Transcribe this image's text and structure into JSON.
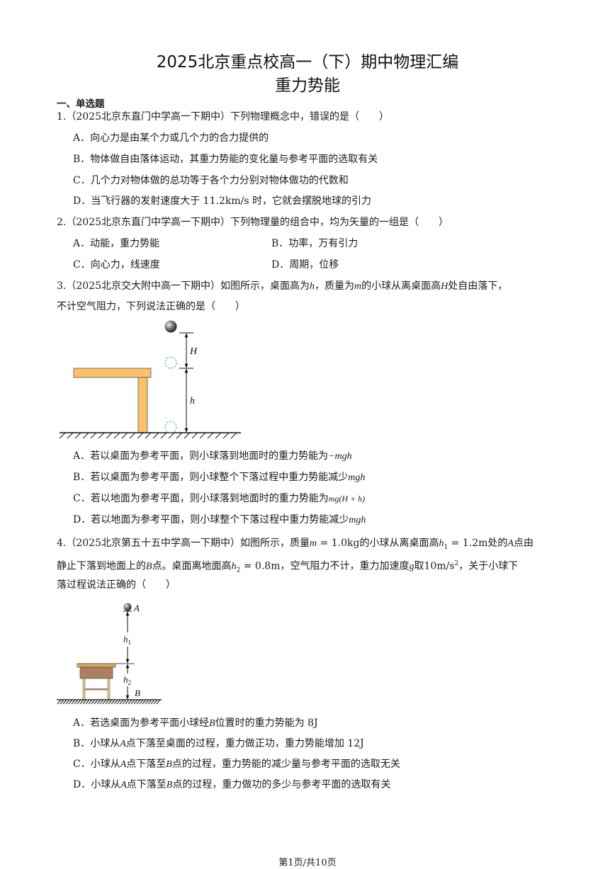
{
  "header": {
    "title": "2025北京重点校高一（下）期中物理汇编",
    "subtitle": "重力势能"
  },
  "section": {
    "label": "一、单选题"
  },
  "questions": [
    {
      "number": "1.",
      "source": "（2025北京东直门中学高一下期中）",
      "stem": "下列物理概念中，错误的是（　　）",
      "options": {
        "A": "A．向心力是由某个力或几个力的合力提供的",
        "B": "B．物体做自由落体运动，其重力势能的变化量与参考平面的选取有关",
        "C": "C．几个力对物体做的总功等于各个力分别对物体做功的代数和",
        "D": "D．当飞行器的发射速度大于 11.2km/s 时，它就会摆脱地球的引力"
      }
    },
    {
      "number": "2.",
      "source": "（2025北京东直门中学高一下期中）",
      "stem": "下列物理量的组合中，均为矢量的一组是（　　）",
      "options": {
        "A": "A．动能，重力势能",
        "B": "B．功率，万有引力",
        "C": "C．向心力，线速度",
        "D": "D．周期，位移"
      }
    },
    {
      "number": "3.",
      "source": "（2025北京交大附中高一下期中）",
      "stem_line1_a": "如图所示，桌面高为",
      "var_h": "h",
      "stem_line1_b": "，质量为",
      "var_m": "m",
      "stem_line1_c": "的小球从离桌面高",
      "var_H": "H",
      "stem_line1_d": "处自由落下，",
      "stem_line2": "不计空气阻力，下列说法正确的是（　　）",
      "figure": {
        "label_H": "H",
        "label_h": "h"
      },
      "options": {
        "A_text": "A．若以桌面为参考平面，则小球落到地面时的重力势能为",
        "A_expr": "−mgh",
        "B_text": "B．若以桌面为参考平面，则小球整个下落过程中重力势能减少",
        "B_expr": "mgh",
        "C_text": "C．若以地面为参考平面，则小球落到地面时的重力势能为",
        "C_expr": "mg(H + h)",
        "D_text": "D．若以地面为参考平面，则小球整个下落过程中重力势能减少",
        "D_expr": "mgh"
      }
    },
    {
      "number": "4.",
      "source": "（2025北京第五十五中学高一下期中）",
      "stem_a": "如图所示，质量",
      "var_m": "m",
      "stem_m_val": " = 1.0kg",
      "stem_b": "的小球从离桌面高",
      "var_h": "h",
      "sub_1": "1",
      "stem_h1_val": " = 1.2m",
      "stem_c": "处的",
      "var_A": "A",
      "stem_d": "点由",
      "stem_e": "静止下落到地面上的",
      "var_B": "B",
      "stem_f": "点。桌面离地面高",
      "sub_2": "2",
      "stem_h2_val": " = 0.8m",
      "stem_g": "，空气阻力不计，重力加速度",
      "var_g": "g",
      "stem_h": "取10m/s",
      "sup_2": "2",
      "stem_i": "，关于小球下",
      "stem_line3": "落过程说法正确的（　　）",
      "figure": {
        "label_A": "A",
        "label_h1": "h",
        "label_h2": "h",
        "label_B": "B",
        "sub1": "1",
        "sub2": "2"
      },
      "options": {
        "A_a": "A．若选桌面为参考平面小球经",
        "A_b": "位置时的重力势能为 8J",
        "B_a": "B．小球从",
        "B_b": "点下落至桌面的过程，重力做正功，重力势能增加 12J",
        "C_a": "C．小球从",
        "C_b": "点下落至",
        "C_c": "点的过程，重力势能的减少量与参考平面的选取无关",
        "D_a": "D．小球从",
        "D_b": "点下落至",
        "D_c": "点的过程，重力做功的多少与参考平面的选取有关"
      }
    }
  ],
  "footer": {
    "page": "第1页/共10页"
  }
}
